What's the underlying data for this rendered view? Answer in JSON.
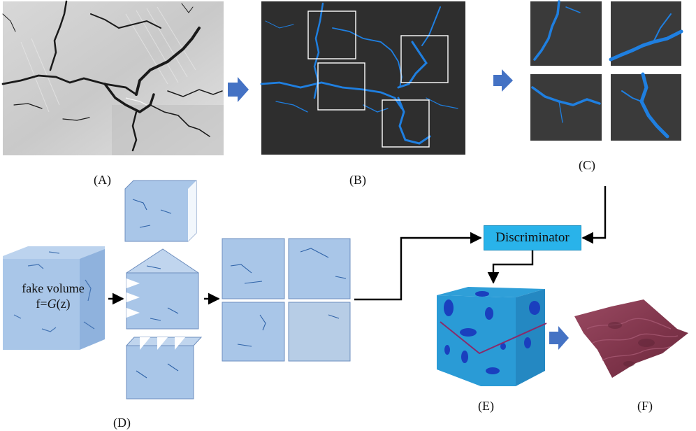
{
  "panels": {
    "a": "(A)",
    "b": "(B)",
    "c": "(C)",
    "d": "(D)",
    "e": "(E)",
    "f": "(F)"
  },
  "discriminator": "Discriminator",
  "fake_volume": {
    "line1": "fake volume",
    "line2_prefix": "f=",
    "line2_g": "G",
    "line2_suffix": "(z)"
  },
  "colors": {
    "crack_blue": "#1f7fe0",
    "arrow_blue": "#4472c4",
    "discriminator_fill": "#29b3ea",
    "light_cube": "#a9c6e8",
    "dark_volume": "#2a9bd6",
    "surface": "#8a3a52"
  }
}
